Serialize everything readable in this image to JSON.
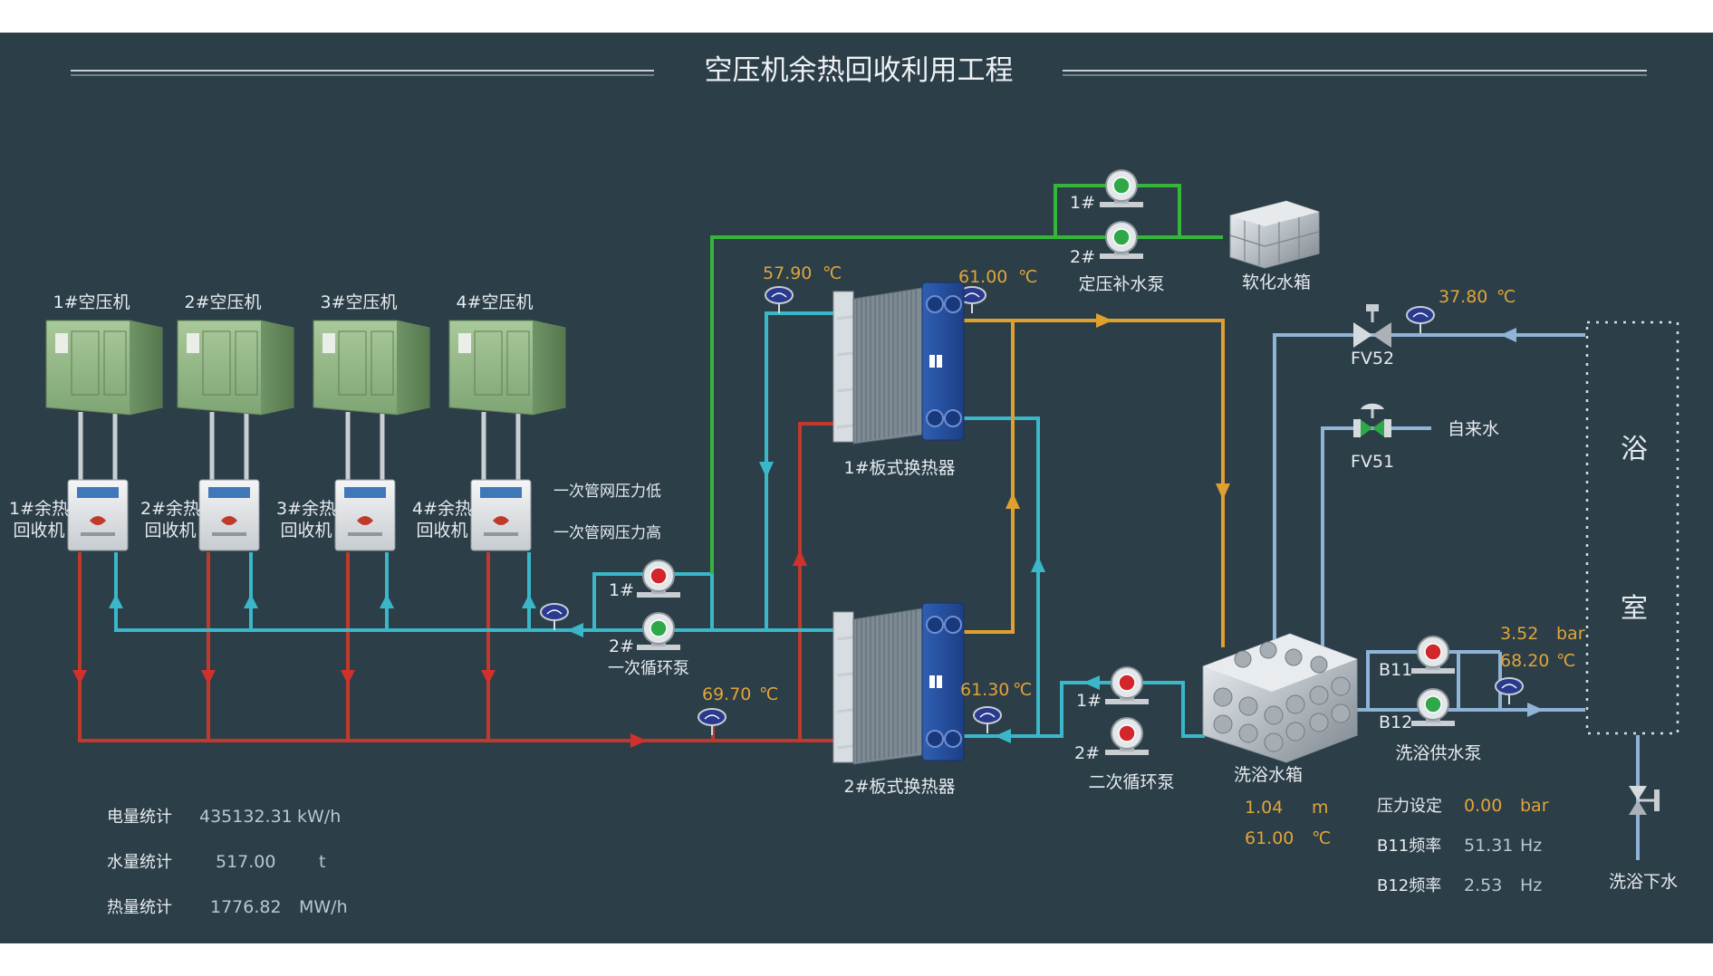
{
  "colors": {
    "panel": "#2c3e48",
    "hot_pipe": "#c0392b",
    "primary_pipe": "#3ab7c9",
    "makeup_pipe": "#35b53a",
    "secondary_pipe": "#e0a030",
    "bath_pipe": "#8fb4d8",
    "label": "#e6ebef",
    "value": "#e0a53a",
    "muted_value": "#b8c7d3"
  },
  "title": "空压机余热回收利用工程",
  "compressors": [
    {
      "label": "1#空压机",
      "recovery": "1#余热 回收机",
      "recovery_l1": "1#余热",
      "recovery_l2": "回收机"
    },
    {
      "label": "2#空压机",
      "recovery": "2#余热 回收机",
      "recovery_l1": "2#余热",
      "recovery_l2": "回收机"
    },
    {
      "label": "3#空压机",
      "recovery": "3#余热 回收机",
      "recovery_l1": "3#余热",
      "recovery_l2": "回收机"
    },
    {
      "label": "4#空压机",
      "recovery": "4#余热 回收机",
      "recovery_l1": "4#余热",
      "recovery_l2": "回收机"
    }
  ],
  "alarms": {
    "low": "一次管网压力低",
    "high": "一次管网压力高"
  },
  "primary_pumps": {
    "p1": "1#",
    "p2": "2#",
    "label": "一次循环泵"
  },
  "makeup_pumps": {
    "p1": "1#",
    "p2": "2#",
    "label": "定压补水泵"
  },
  "softened_tank": "软化水箱",
  "hx1": {
    "label": "1#板式换热器",
    "temp_in": "57.90",
    "temp_out": "61.00",
    "unit": "℃"
  },
  "hx2": {
    "label": "2#板式换热器",
    "temp_in": "69.70",
    "temp_out": "61.30",
    "unit": "℃"
  },
  "secondary_pumps": {
    "p1": "1#",
    "p2": "2#",
    "label": "二次循环泵"
  },
  "bath_tank": {
    "label": "洗浴水箱",
    "level": "1.04",
    "level_unit": "m",
    "temp": "61.00",
    "temp_unit": "℃"
  },
  "valves": {
    "fv52": "FV52",
    "fv51": "FV51",
    "tap_water": "自来水"
  },
  "return_temp": {
    "value": "37.80",
    "unit": "℃"
  },
  "bath_pumps": {
    "b11": "B11",
    "b12": "B12",
    "label": "洗浴供水泵"
  },
  "supply": {
    "pressure": "3.52",
    "pressure_unit": "bar",
    "temp": "68.20",
    "temp_unit": "℃"
  },
  "bathroom": {
    "ch1": "浴",
    "ch2": "室"
  },
  "drain": "洗浴下水",
  "stats": [
    {
      "label": "电量统计",
      "value": "435132.31",
      "unit": "kW/h"
    },
    {
      "label": "水量统计",
      "value": "517.00",
      "unit": "t"
    },
    {
      "label": "热量统计",
      "value": "1776.82",
      "unit": "MW/h"
    }
  ],
  "settings": [
    {
      "label": "压力设定",
      "value": "0.00",
      "unit": "bar"
    },
    {
      "label": "B11频率",
      "value": "51.31",
      "unit": "Hz"
    },
    {
      "label": "B12频率",
      "value": "2.53",
      "unit": "Hz"
    }
  ]
}
